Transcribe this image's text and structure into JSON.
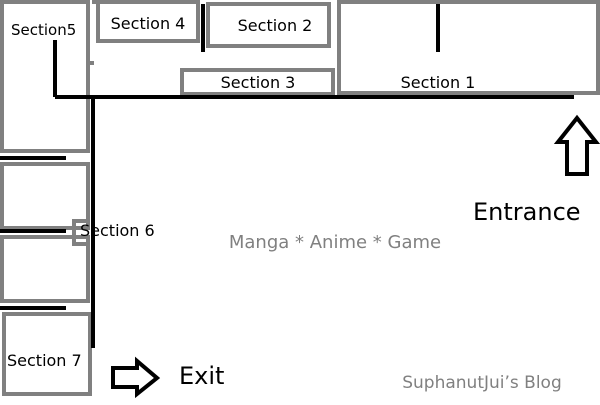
{
  "sections": {
    "s1": "Section 1",
    "s2": "Section 2",
    "s3": "Section 3",
    "s4": "Section 4",
    "s5": "Section5",
    "s6": "Section 6",
    "s7": "Section 7"
  },
  "labels": {
    "entrance": "Entrance",
    "exit": "Exit",
    "center": "Manga * Anime * Game",
    "credit": "SuphanutJui’s Blog"
  },
  "colors": {
    "wall": "#000000",
    "booth": "#808080",
    "muted_text": "#808080",
    "text": "#000000",
    "background": "#ffffff"
  },
  "icons": {
    "entrance": "arrow-up-icon",
    "exit": "arrow-right-icon"
  }
}
